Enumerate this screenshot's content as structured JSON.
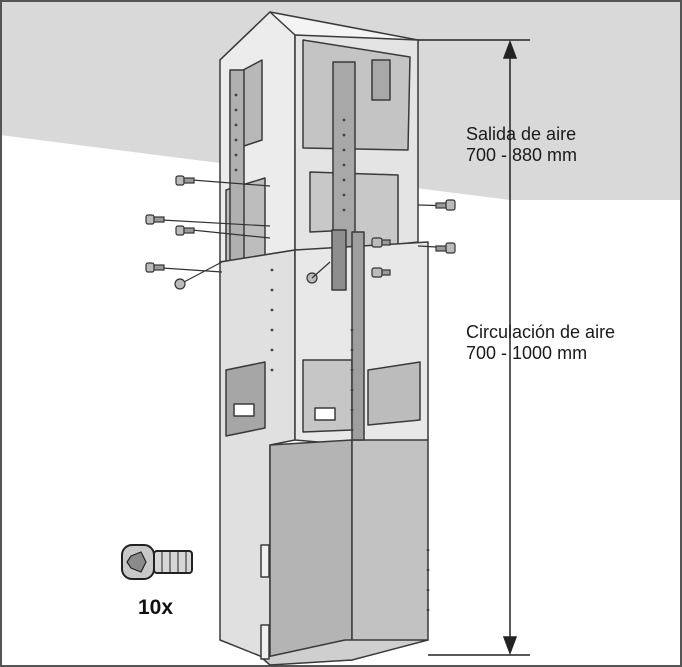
{
  "labels": {
    "salida_title": "Salida de aire",
    "salida_range": "700 - 880 mm",
    "circulacion_title": "Circulación de aire",
    "circulacion_range": "700 - 1000 mm"
  },
  "parts": {
    "screw_quantity": "10x"
  },
  "colors": {
    "ceiling": "#d9d9d9",
    "wall": "#ffffff",
    "panel_light": "#ececec",
    "panel_mid": "#d0d0d0",
    "panel_dark": "#b4b4b4",
    "outline": "#3a3a3a"
  }
}
